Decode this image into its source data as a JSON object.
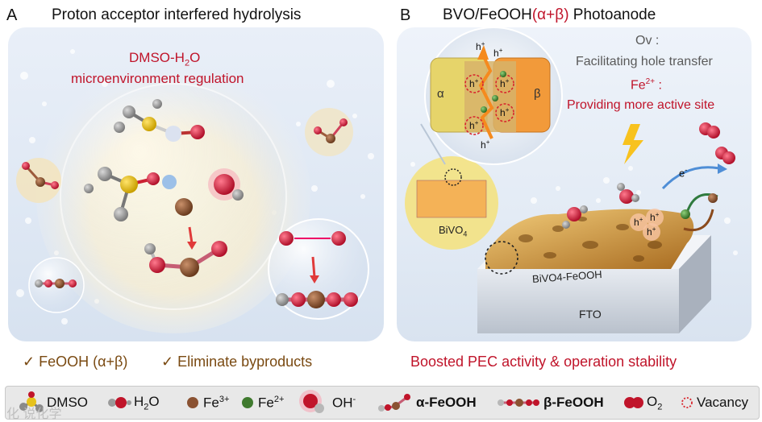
{
  "panel_a": {
    "letter": "A",
    "title": "Proton acceptor interfered hydrolysis",
    "microenv_line1": "DMSO-H",
    "microenv_sub": "2",
    "microenv_line1_tail": "O",
    "microenv_line2": "microenvironment  regulation",
    "check1": "✓ FeOOH (α+β)",
    "check2": "✓ Eliminate byproducts"
  },
  "panel_b": {
    "letter": "B",
    "title_pre": "BVO/FeOOH",
    "title_mid": "(α+β)",
    "title_post": " Photoanode",
    "ov_label": "Ov :",
    "ov_text": "Facilitating hole transfer",
    "fe_label": "Fe",
    "fe_sup": "2+",
    "fe_colon": " :",
    "fe_text": "Providing more active site",
    "alpha": "α",
    "beta": "β",
    "hole": "h",
    "hole_sup": "+",
    "bivo4": "BiVO",
    "bivo4_sub": "4",
    "film_label": "BiVO4-FeOOH",
    "fto": "FTO",
    "electron": "e",
    "electron_sup": "-",
    "bottom": "Boosted PEC activity & operation stability"
  },
  "legend": {
    "dmso": "DMSO",
    "h2o_pre": "H",
    "h2o_sub": "2",
    "h2o_post": "O",
    "fe3": "Fe",
    "fe3_sup": "3+",
    "fe2": "Fe",
    "fe2_sup": "2+",
    "oh": "OH",
    "oh_sup": "-",
    "alpha_feooh": "α-FeOOH",
    "beta_feooh": "β-FeOOH",
    "o2_pre": "O",
    "o2_sub": "2",
    "vacancy": "Vacancy"
  },
  "watermark": "化 说化学"
}
